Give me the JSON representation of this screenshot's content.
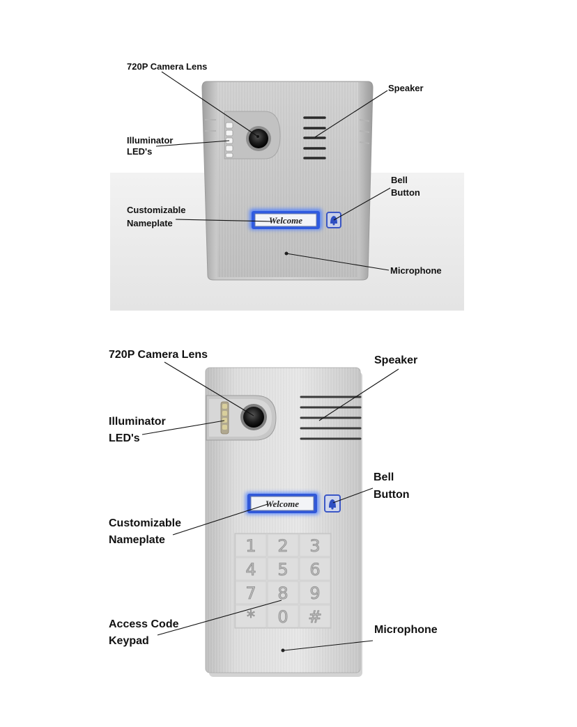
{
  "panel_top": {
    "nameplate_text": "Welcome",
    "labels": {
      "camera": "720P Camera Lens",
      "speaker": "Speaker",
      "illuminator_line1": "Illuminator",
      "illuminator_line2": "LED's",
      "bell_line1": "Bell",
      "bell_line2": "Button",
      "nameplate_line1": "Customizable",
      "nameplate_line2": "Nameplate",
      "microphone": "Microphone"
    }
  },
  "panel_bottom": {
    "nameplate_text": "Welcome",
    "keypad_keys": [
      "1",
      "2",
      "3",
      "4",
      "5",
      "6",
      "7",
      "8",
      "9",
      "*",
      "0",
      "#"
    ],
    "labels": {
      "camera": "720P Camera Lens",
      "speaker": "Speaker",
      "illuminator_line1": "Illuminator",
      "illuminator_line2": "LED's",
      "bell_line1": "Bell",
      "bell_line2": "Button",
      "nameplate_line1": "Customizable",
      "nameplate_line2": "Nameplate",
      "keypad_line1": "Access Code",
      "keypad_line2": "Keypad",
      "microphone": "Microphone"
    }
  },
  "colors": {
    "metal_light": "#d8d8d8",
    "metal_dark": "#a9a9a9",
    "led_blue": "#3a6bff",
    "label_text": "#111111"
  }
}
